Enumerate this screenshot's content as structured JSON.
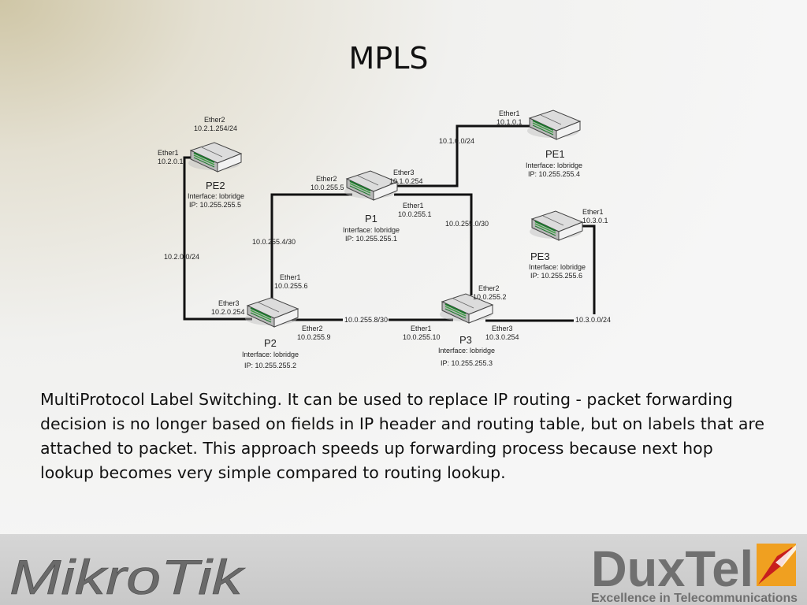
{
  "title": "MPLS",
  "diagram": {
    "routers": [
      {
        "id": "pe1",
        "name": "PE1",
        "interface": "Interface: lobridge",
        "ip": "IP: 10.255.255.4"
      },
      {
        "id": "pe2",
        "name": "PE2",
        "interface": "Interface: lobridge",
        "ip": "IP: 10.255.255.5"
      },
      {
        "id": "pe3",
        "name": "PE3",
        "interface": "Interface: lobridge",
        "ip": "IP: 10.255.255.6"
      },
      {
        "id": "p1",
        "name": "P1",
        "interface": "Interface: lobridge",
        "ip": "IP: 10.255.255.1"
      },
      {
        "id": "p2",
        "name": "P2",
        "interface": "Interface: lobridge",
        "ip": "IP: 10.255.255.2"
      },
      {
        "id": "p3",
        "name": "P3",
        "interface": "Interface: lobridge",
        "ip": "IP: 10.255.255.3"
      }
    ],
    "ports": [
      {
        "router": "pe1",
        "name": "Ether1",
        "ip": "10.1.0.1"
      },
      {
        "router": "pe2",
        "name": "Ether2",
        "ip": "10.2.1.254/24"
      },
      {
        "router": "pe2",
        "name": "Ether1",
        "ip": "10.2.0.1"
      },
      {
        "router": "p1",
        "name": "Ether2",
        "ip": "10.0.255.5"
      },
      {
        "router": "p1",
        "name": "Ether3",
        "ip": "10.1.0.254"
      },
      {
        "router": "p1",
        "name": "Ether1",
        "ip": "10.0.255.1"
      },
      {
        "router": "pe3",
        "name": "Ether1",
        "ip": "10.3.0.1"
      },
      {
        "router": "p2",
        "name": "Ether1",
        "ip": "10.0.255.6"
      },
      {
        "router": "p2",
        "name": "Ether3",
        "ip": "10.2.0.254"
      },
      {
        "router": "p2",
        "name": "Ether2",
        "ip": "10.0.255.9"
      },
      {
        "router": "p3",
        "name": "Ether2",
        "ip": "10.0.255.2"
      },
      {
        "router": "p3",
        "name": "Ether1",
        "ip": "10.0.255.10"
      },
      {
        "router": "p3",
        "name": "Ether3",
        "ip": "10.3.0.254"
      }
    ],
    "networks": [
      {
        "id": "net-pe1-p1",
        "label": "10.1.0.0/24"
      },
      {
        "id": "net-p1-p2",
        "label": "10.0.255.4/30"
      },
      {
        "id": "net-p1-p3",
        "label": "10.0.255.0/30"
      },
      {
        "id": "net-pe2-p2",
        "label": "10.2.0.0/24"
      },
      {
        "id": "net-p2-p3",
        "label": "10.0.255.8/30"
      },
      {
        "id": "net-pe3-p3",
        "label": "10.3.0.0/24"
      }
    ]
  },
  "description": "MultiProtocol Label Switching. It can be used to replace IP routing - packet forwarding decision is no longer based on fields in IP header and routing table, but on labels that are attached to packet. This approach speeds up forwarding process because next hop lookup becomes very simple compared to routing lookup.",
  "footer": {
    "mikrotik_logo_text": "MikroTik",
    "duxtel_logo_text": "DuxTel",
    "duxtel_tagline": "Excellence in Telecommunications"
  },
  "colors": {
    "link": "#111111",
    "duxtel_gray": "#6f6f6f",
    "duxtel_orange": "#f0a020",
    "duxtel_red": "#c81e1e",
    "mikrotik_gray": "#666666"
  }
}
